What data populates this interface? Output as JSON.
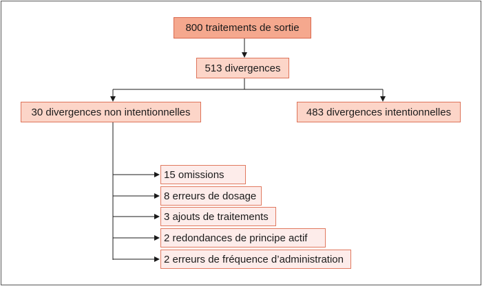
{
  "diagram": {
    "root": {
      "label": "800  traitements  de sortie"
    },
    "level1": {
      "label": "513 divergences"
    },
    "branches": {
      "unintentional": {
        "label": "30 divergences non intentionnelles"
      },
      "intentional": {
        "label": "483  divergences intentionnelles"
      }
    },
    "details": [
      {
        "label": "15 omissions"
      },
      {
        "label": "8 erreurs de dosage"
      },
      {
        "label": "3 ajouts de traitements"
      },
      {
        "label": "2 redondances de principe actif"
      },
      {
        "label": "2 erreurs de fréquence d’administration"
      }
    ],
    "colors": {
      "root_fill": "#f5a88e",
      "level_fill": "#fcd5c8",
      "leaf_fill": "#fdecea",
      "border": "#e0785e",
      "connector": "#1a1a1a"
    }
  }
}
